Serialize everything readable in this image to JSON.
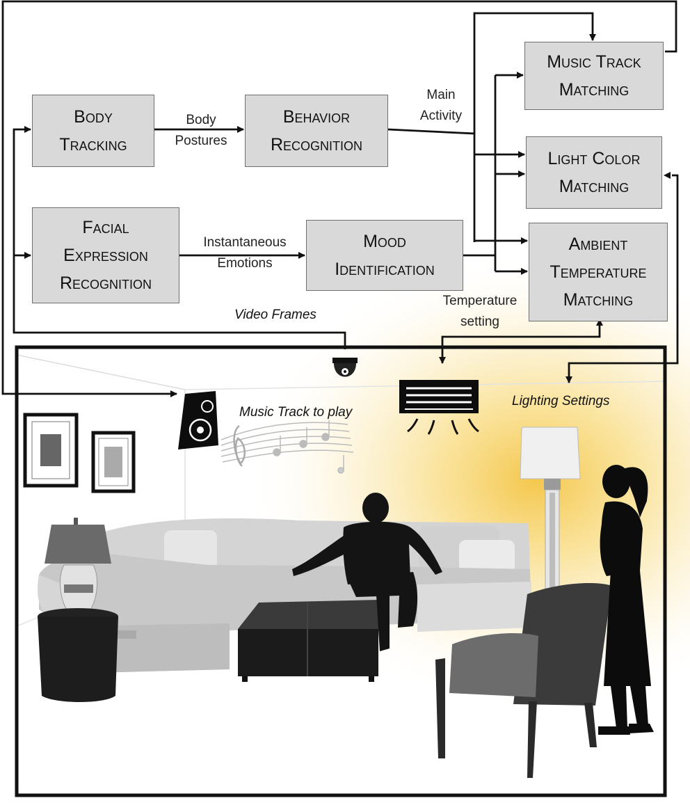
{
  "blocks": {
    "body_tracking": "Body\nTracking",
    "behavior_recognition": "Behavior\nRecognition",
    "facial_expression_recognition": "Facial\nExpression\nRecognition",
    "mood_identification": "Mood\nIdentification",
    "music_track_matching": "Music Track\nMatching",
    "light_color_matching": "Light Color\nMatching",
    "ambient_temperature_matching": "Ambient\nTemperature\nMatching"
  },
  "edge_labels": {
    "body_postures": "Body\nPostures",
    "main_activity": "Main\nActivity",
    "instantaneous_emotions": "Instantaneous\nEmotions",
    "temperature_setting": "Temperature\nsetting"
  },
  "scene_labels": {
    "video_frames": "Video Frames",
    "music_track_to_play": "Music Track to play",
    "lighting_settings": "Lighting Settings"
  },
  "colors": {
    "block_fill": "#d9d9d9",
    "block_border": "#6f6f6f",
    "line": "#111111",
    "light_glow": "#f7d36a"
  }
}
